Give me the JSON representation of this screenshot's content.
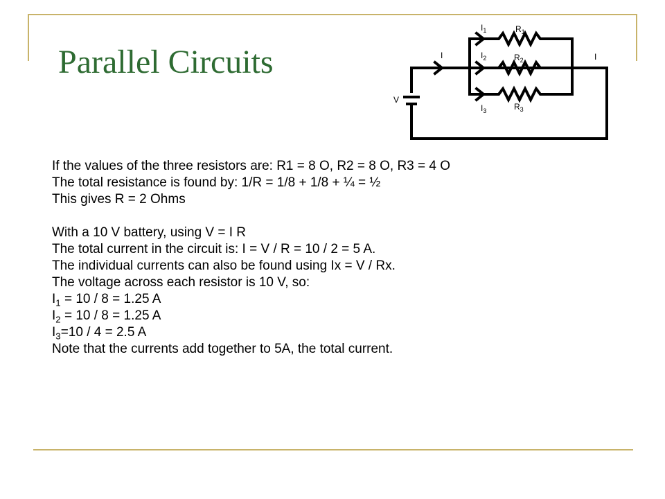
{
  "title": "Parallel Circuits",
  "diagram": {
    "labels": {
      "i_in": "I",
      "i_out": "I",
      "v": "V",
      "i1": "I",
      "i1_sub": "1",
      "i2": "I",
      "i2_sub": "2",
      "i3": "I",
      "i3_sub": "3",
      "r1": "R",
      "r1_sub": "1",
      "r2": "R",
      "r2_sub": "2",
      "r3": "R",
      "r3_sub": "3"
    }
  },
  "text": {
    "line1": "If the values of the three resistors are: R1 = 8 Ο, R2 = 8 Ο, R3 = 4 Ο",
    "line2": "The total resistance is found by: 1/R = 1/8 + 1/8 + ¼ = ½",
    "line3": "This gives R = 2 Ohms",
    "line4": "With a 10 V battery, using V = I R",
    "line5": "The total current in the circuit is: I = V / R = 10 / 2 = 5 A.",
    "line6": "The individual currents can also be found using Ix = V / Rx.",
    "line7": "The voltage across each resistor is 10 V, so:",
    "i1_main": "I",
    "i1_sub": "1",
    "i1_rest": " = 10 / 8 = 1.25 A",
    "i2_main": "I",
    "i2_sub": "2",
    "i2_rest": " = 10 / 8 = 1.25 A",
    "i3_main": "I",
    "i3_sub": "3",
    "i3_rest": "=10 / 4 = 2.5 A",
    "line11": "Note that the currents add together to 5A, the total current."
  }
}
